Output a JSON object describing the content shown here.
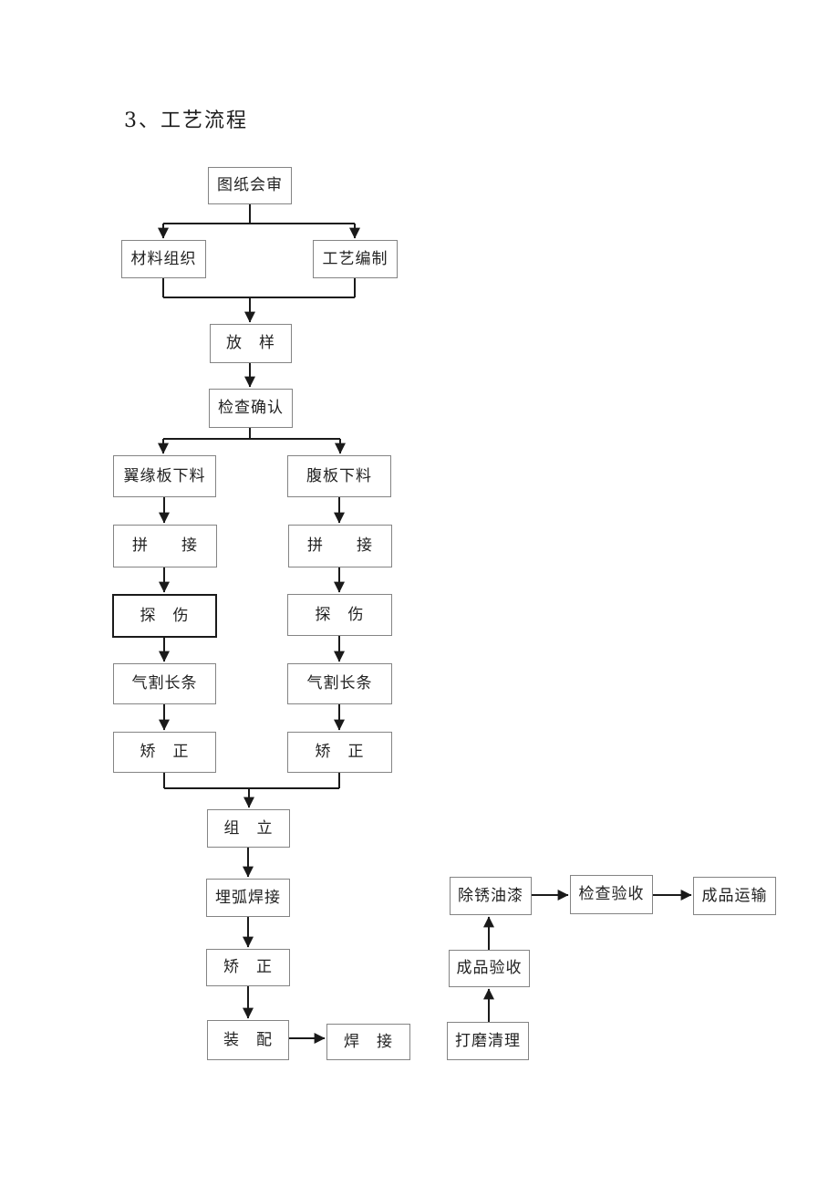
{
  "title": "3、工艺流程",
  "colors": {
    "page_background": "#ffffff",
    "box_border": "#848484",
    "emphasis_box_border": "#1a1a1a",
    "connector": "#1a1a1a",
    "text": "#222222"
  },
  "diagram": {
    "type": "flowchart",
    "nodes": [
      {
        "id": "drawing-review",
        "label": "图纸会审"
      },
      {
        "id": "material-organization",
        "label": "材料组织"
      },
      {
        "id": "process-preparation",
        "label": "工艺编制"
      },
      {
        "id": "lofting",
        "label": "放　样"
      },
      {
        "id": "inspection-confirm",
        "label": "检查确认"
      },
      {
        "id": "flange-plate-cutting",
        "label": "翼缘板下料"
      },
      {
        "id": "web-plate-cutting",
        "label": "腹板下料"
      },
      {
        "id": "splicing-left",
        "label": "拼　　接"
      },
      {
        "id": "splicing-right",
        "label": "拼　　接"
      },
      {
        "id": "flaw-detection-left",
        "label": "探　伤"
      },
      {
        "id": "flaw-detection-right",
        "label": "探　伤"
      },
      {
        "id": "gas-cutting-left",
        "label": "气割长条"
      },
      {
        "id": "gas-cutting-right",
        "label": "气割长条"
      },
      {
        "id": "straightening-left",
        "label": "矫　正"
      },
      {
        "id": "straightening-right",
        "label": "矫　正"
      },
      {
        "id": "assembly",
        "label": "组　立"
      },
      {
        "id": "submerged-arc-welding",
        "label": "埋弧焊接"
      },
      {
        "id": "straightening-final",
        "label": "矫　正"
      },
      {
        "id": "fitting",
        "label": "装　配"
      },
      {
        "id": "welding",
        "label": "焊　接"
      },
      {
        "id": "derusting-painting",
        "label": "除锈油漆"
      },
      {
        "id": "inspection-acceptance",
        "label": "检查验收"
      },
      {
        "id": "product-transport",
        "label": "成品运输"
      },
      {
        "id": "product-acceptance",
        "label": "成品验收"
      },
      {
        "id": "grinding-cleanup",
        "label": "打磨清理"
      }
    ],
    "edges": [
      {
        "from": "drawing-review",
        "to": "material-organization"
      },
      {
        "from": "drawing-review",
        "to": "process-preparation"
      },
      {
        "from": "material-organization",
        "to": "lofting"
      },
      {
        "from": "process-preparation",
        "to": "lofting"
      },
      {
        "from": "lofting",
        "to": "inspection-confirm"
      },
      {
        "from": "inspection-confirm",
        "to": "flange-plate-cutting"
      },
      {
        "from": "inspection-confirm",
        "to": "web-plate-cutting"
      },
      {
        "from": "flange-plate-cutting",
        "to": "splicing-left"
      },
      {
        "from": "splicing-left",
        "to": "flaw-detection-left"
      },
      {
        "from": "flaw-detection-left",
        "to": "gas-cutting-left"
      },
      {
        "from": "gas-cutting-left",
        "to": "straightening-left"
      },
      {
        "from": "web-plate-cutting",
        "to": "splicing-right"
      },
      {
        "from": "splicing-right",
        "to": "flaw-detection-right"
      },
      {
        "from": "flaw-detection-right",
        "to": "gas-cutting-right"
      },
      {
        "from": "gas-cutting-right",
        "to": "straightening-right"
      },
      {
        "from": "straightening-left",
        "to": "assembly"
      },
      {
        "from": "straightening-right",
        "to": "assembly"
      },
      {
        "from": "assembly",
        "to": "submerged-arc-welding"
      },
      {
        "from": "submerged-arc-welding",
        "to": "straightening-final"
      },
      {
        "from": "straightening-final",
        "to": "fitting"
      },
      {
        "from": "fitting",
        "to": "welding"
      },
      {
        "from": "grinding-cleanup",
        "to": "product-acceptance"
      },
      {
        "from": "product-acceptance",
        "to": "derusting-painting"
      },
      {
        "from": "derusting-painting",
        "to": "inspection-acceptance"
      },
      {
        "from": "inspection-acceptance",
        "to": "product-transport"
      }
    ]
  }
}
